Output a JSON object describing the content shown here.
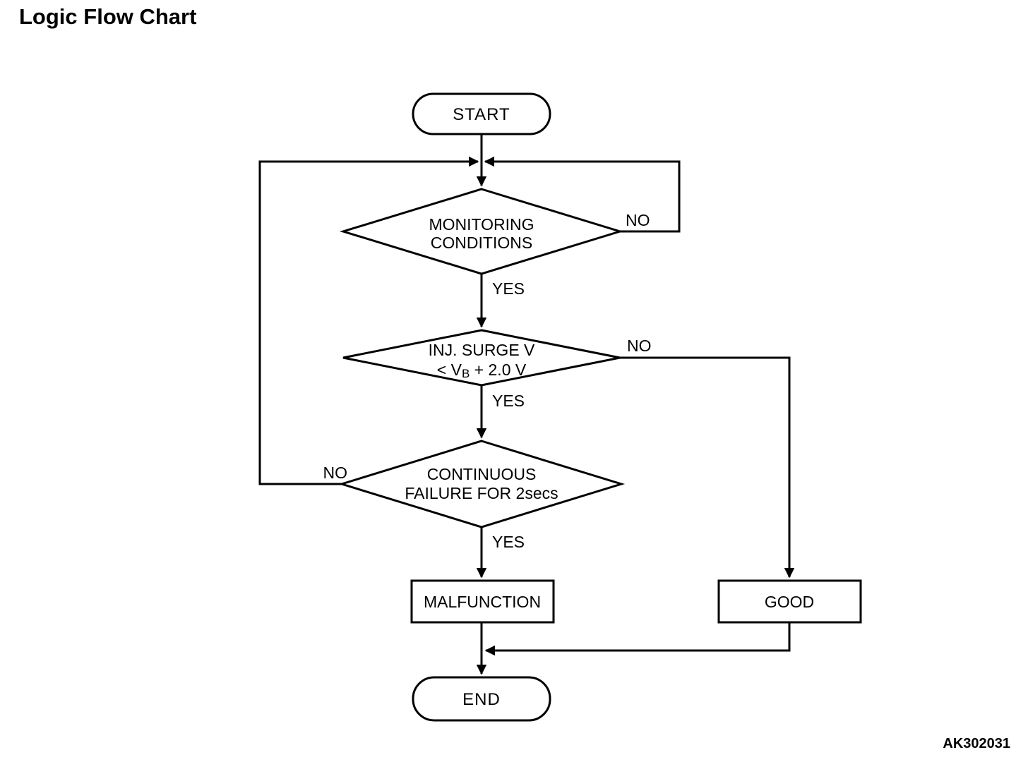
{
  "page": {
    "title": "Logic Flow Chart",
    "figure_code": "AK302031",
    "colors": {
      "line": "#000000",
      "background": "#ffffff",
      "text": "#000000"
    }
  },
  "flowchart": {
    "start_label": "START",
    "end_label": "END",
    "decisions": {
      "monitoring": {
        "line1": "MONITORING",
        "line2": "CONDITIONS",
        "yes_label": "YES",
        "no_label": "NO"
      },
      "surge": {
        "line1": "INJ. SURGE V",
        "line2_prefix": "< V",
        "line2_subscript": "B",
        "line2_suffix": " + 2.0 V",
        "yes_label": "YES",
        "no_label": "NO"
      },
      "continuous": {
        "line1": "CONTINUOUS",
        "line2": "FAILURE FOR 2secs",
        "yes_label": "YES",
        "no_label": "NO"
      }
    },
    "results": {
      "malfunction_label": "MALFUNCTION",
      "good_label": "GOOD"
    }
  }
}
